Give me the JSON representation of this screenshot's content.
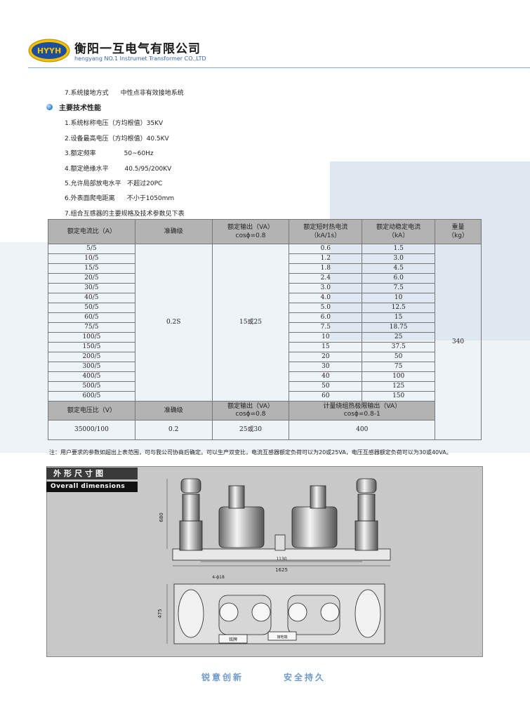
{
  "header": {
    "logo_text": "HYYH",
    "company_cn": "衡阳一互电气有限公司",
    "company_en": "hengyang NO.1 Instrumet Transformer CO.,LTD"
  },
  "specs": {
    "grounding": "7.系统接地方式      中性点非有效接地系统",
    "section_title": "主要技术性能",
    "items": [
      "1.系统标称电压（方均根值）35KV",
      "2.设备最高电压（方均根值）40.5KV",
      "3.额定频率              50~60Hz",
      "4.额定绝缘水平        40.5/95/200KV",
      "5.允许局部放电水平   不超过20PC",
      "6.外表面爬电距离      不小于1050mm",
      "7.组合互感器的主要规格及技术参数见下表"
    ]
  },
  "table": {
    "headers": {
      "ratio": "额定电流比（A）",
      "accuracy": "准确级",
      "output": "额定输出（VA）",
      "output_sub": "cosϕ=0.8",
      "thermal": "额定短时热电流",
      "thermal_sub": "（kA/1s）",
      "dynamic": "额定动稳定电流",
      "dynamic_sub": "（kA）",
      "weight": "重量",
      "weight_sub": "（kg）"
    },
    "rows": [
      {
        "ratio": "5/5",
        "thermal": "0.6",
        "dynamic": "1.5"
      },
      {
        "ratio": "10/5",
        "thermal": "1.2",
        "dynamic": "3.0"
      },
      {
        "ratio": "15/5",
        "thermal": "1.8",
        "dynamic": "4.5"
      },
      {
        "ratio": "20/5",
        "thermal": "2.4",
        "dynamic": "6.0"
      },
      {
        "ratio": "30/5",
        "thermal": "3.0",
        "dynamic": "7.5"
      },
      {
        "ratio": "40/5",
        "thermal": "4.0",
        "dynamic": "10"
      },
      {
        "ratio": "50/5",
        "thermal": "5.0",
        "dynamic": "12.5"
      },
      {
        "ratio": "60/5",
        "thermal": "6.0",
        "dynamic": "15"
      },
      {
        "ratio": "75/5",
        "thermal": "7.5",
        "dynamic": "18.75"
      },
      {
        "ratio": "100/5",
        "thermal": "10",
        "dynamic": "25"
      },
      {
        "ratio": "150/5",
        "thermal": "15",
        "dynamic": "37.5"
      },
      {
        "ratio": "200/5",
        "thermal": "20",
        "dynamic": "50"
      },
      {
        "ratio": "300/5",
        "thermal": "30",
        "dynamic": "75"
      },
      {
        "ratio": "400/5",
        "thermal": "40",
        "dynamic": "100"
      },
      {
        "ratio": "500/5",
        "thermal": "50",
        "dynamic": "125"
      },
      {
        "ratio": "600/5",
        "thermal": "60",
        "dynamic": "150"
      }
    ],
    "ct_accuracy": "0.2S",
    "ct_output": "15或25",
    "weight": "340",
    "vt_headers": {
      "ratio": "额定电压比（V）",
      "accuracy": "准确级",
      "output": "额定输出（VA）",
      "output_sub": "cosϕ=0.8",
      "limit": "计量绕组热极限输出（VA）",
      "limit_sub": "cosϕ=0.8-1"
    },
    "vt_row": {
      "ratio": "35000/100",
      "accuracy": "0.2",
      "output": "25或30",
      "limit": "400"
    }
  },
  "note": "注：用户要求的参数如超出上表范围，可与我公司协商后确定。可以生产双变比，电流互感器额定负荷可以为20或25VA，电压互感器额定负荷可以为30或40VA。",
  "diagram": {
    "title_cn": "外形尺寸图",
    "title_en": "Overall dimensions",
    "dim_height": "680",
    "dim_inner": "1130",
    "dim_total": "1625",
    "dim_depth": "475",
    "dim_holes": "4-ϕ18",
    "nameplate": "铭牌",
    "label_box": "接地端"
  },
  "footer": {
    "slogan_left": "锐意创新",
    "slogan_right": "安全持久"
  }
}
